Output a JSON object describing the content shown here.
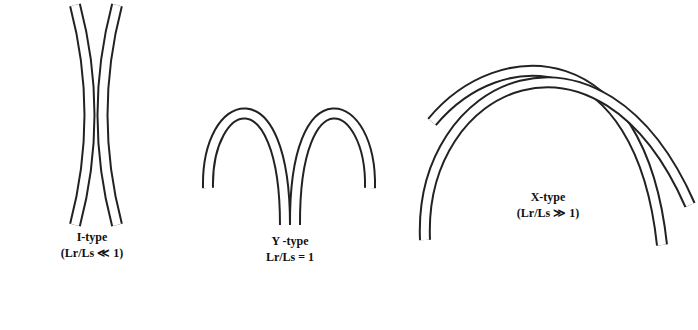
{
  "diagram": {
    "labels": [
      "I-type",
      "(Lr/Ls ≪ 1)",
      "Y -type",
      "Lr/Ls = 1",
      "X-type",
      "(Lr/Ls ≫ 1)"
    ]
  }
}
